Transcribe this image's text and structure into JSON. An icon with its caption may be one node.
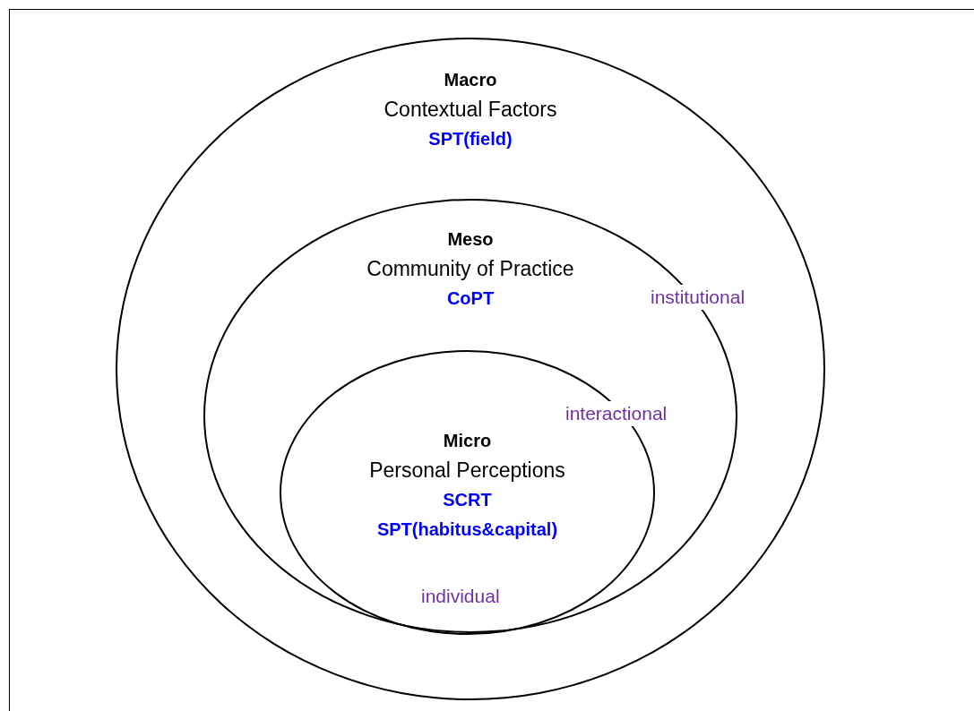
{
  "diagram": {
    "nodes": [
      {
        "text": [
          "Macro",
          "Contextual Factors",
          "SPT(field)"
        ]
      },
      {
        "text": [
          "Meso",
          "Community of Practice",
          "CoPT"
        ],
        "in": 0
      },
      {
        "text": [
          "Micro",
          "Personal Perceptions",
          "SCRT",
          "SPT(habitus&capital)"
        ],
        "in": 1
      }
    ],
    "labels": [
      "institutional",
      "interactional",
      "individual"
    ]
  }
}
